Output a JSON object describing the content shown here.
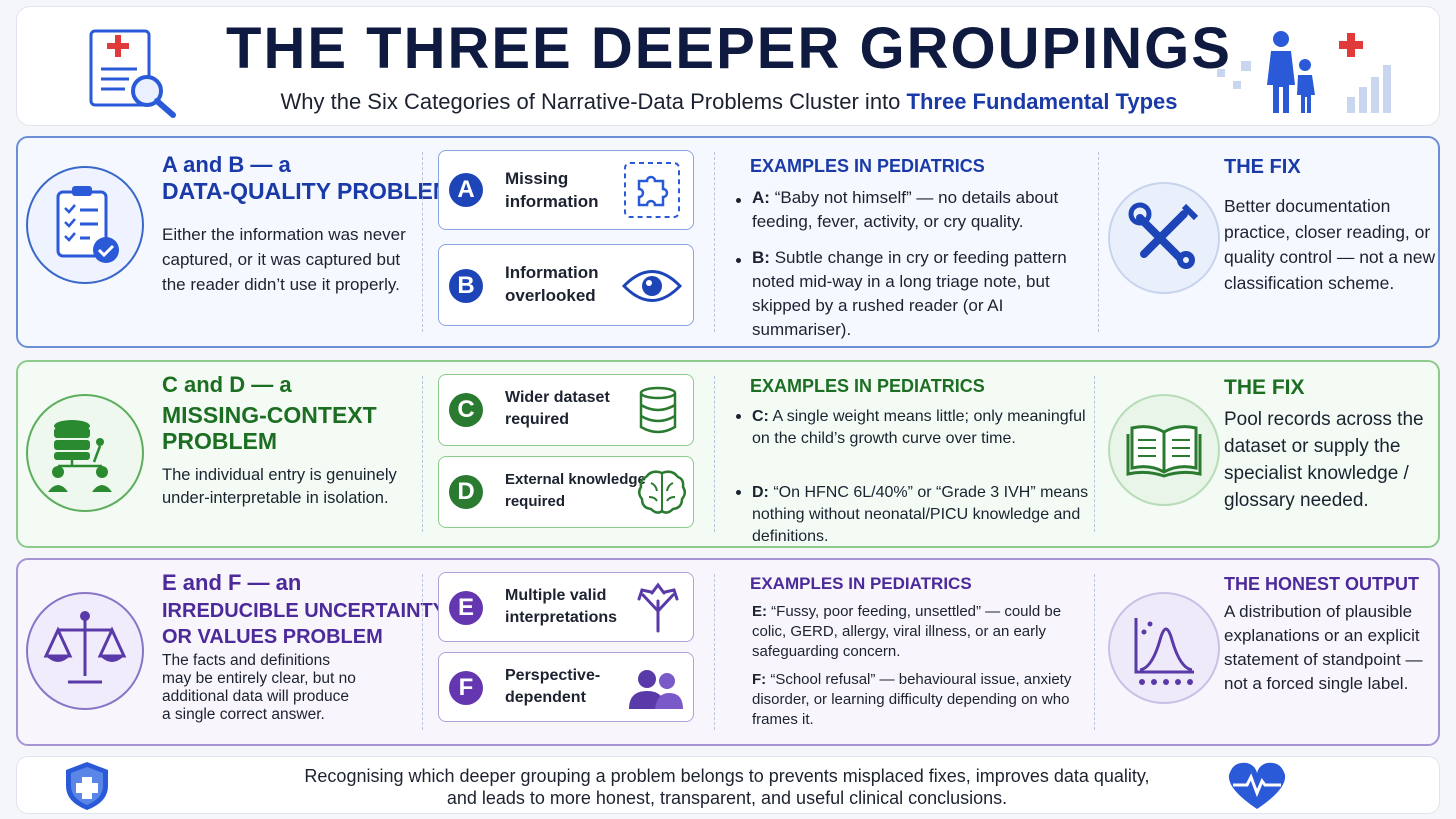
{
  "header": {
    "title": "THE THREE DEEPER GROUPINGS",
    "subtitle_prefix": "Why the Six Categories of Narrative-Data Problems Cluster into ",
    "subtitle_emphasis": "Three Fundamental Types"
  },
  "groups": [
    {
      "heading_line1": "A and B — a",
      "heading_line2": "DATA-QUALITY PROBLEM",
      "heading_line3": "",
      "description": "Either the information was never captured, or it was captured but the reader didn’t use it properly.",
      "icon": "checklist-icon",
      "cards": [
        {
          "letter": "A",
          "label_line1": "Missing",
          "label_line2": "information",
          "icon": "puzzle-icon"
        },
        {
          "letter": "B",
          "label_line1": "Information",
          "label_line2": "overlooked",
          "icon": "eye-icon"
        }
      ],
      "examples_heading": "EXAMPLES IN PEDIATRICS",
      "examples": [
        {
          "key": "A:",
          "text": "“Baby not himself” — no details about feeding, fever, activity, or cry quality."
        },
        {
          "key": "B:",
          "text": "Subtle change in cry or feeding pattern noted mid-way in a long triage note, but skipped by a rushed reader (or AI summariser)."
        }
      ],
      "fix_icon": "tools-icon",
      "fix_heading": "THE FIX",
      "fix_text": "Better documentation practice, closer reading, or quality control — not a new classification scheme."
    },
    {
      "heading_line1": "C and D — a",
      "heading_line2": "MISSING-CONTEXT",
      "heading_line3": "PROBLEM",
      "description": "The individual entry is genuinely under-interpretable in isolation.",
      "icon": "database-network-icon",
      "cards": [
        {
          "letter": "C",
          "label_line1": "Wider dataset",
          "label_line2": "required",
          "icon": "database-icon"
        },
        {
          "letter": "D",
          "label_line1": "External knowledge",
          "label_line2": "required",
          "icon": "brain-icon"
        }
      ],
      "examples_heading": "EXAMPLES IN PEDIATRICS",
      "examples": [
        {
          "key": "C:",
          "text": "A single weight means little; only meaningful on the child’s growth curve over time."
        },
        {
          "key": "D:",
          "text": "“On HFNC 6L/40%” or “Grade 3 IVH” means nothing without neonatal/PICU knowledge and definitions."
        }
      ],
      "fix_icon": "book-icon",
      "fix_heading": "THE FIX",
      "fix_text": "Pool records across the dataset or supply the specialist knowledge / glossary needed."
    },
    {
      "heading_line1": "E and F — an",
      "heading_line2": "IRREDUCIBLE UNCERTAINTY",
      "heading_line3": "OR VALUES PROBLEM",
      "description": "The facts and definitions may be entirely clear, but no additional data will produce a single correct answer.",
      "icon": "scales-icon",
      "cards": [
        {
          "letter": "E",
          "label_line1": "Multiple valid",
          "label_line2": "interpretations",
          "icon": "branching-arrows-icon"
        },
        {
          "letter": "F",
          "label_line1": "Perspective-",
          "label_line2": "dependent",
          "icon": "people-icon"
        }
      ],
      "examples_heading": "EXAMPLES IN PEDIATRICS",
      "examples": [
        {
          "key": "E:",
          "text": "“Fussy, poor feeding, unsettled” — could be colic, GERD, allergy, viral illness, or an early safeguarding concern."
        },
        {
          "key": "F:",
          "text": "“School refusal” — behavioural issue, anxiety disorder, or learning difficulty depending on who frames it."
        }
      ],
      "fix_icon": "distribution-chart-icon",
      "fix_heading": "THE HONEST OUTPUT",
      "fix_text": "A distribution of plausible explanations or an explicit statement of standpoint — not a forced single label."
    }
  ],
  "footer": {
    "text_line1": "Recognising which deeper grouping a problem belongs to prevents misplaced fixes, improves data quality,",
    "text_line2": "and leads to more honest, transparent, and useful clinical conclusions."
  },
  "colors": {
    "blue": "#1a3aa8",
    "green": "#1c6e22",
    "purple": "#4c2a9a",
    "title": "#0f1a40"
  }
}
